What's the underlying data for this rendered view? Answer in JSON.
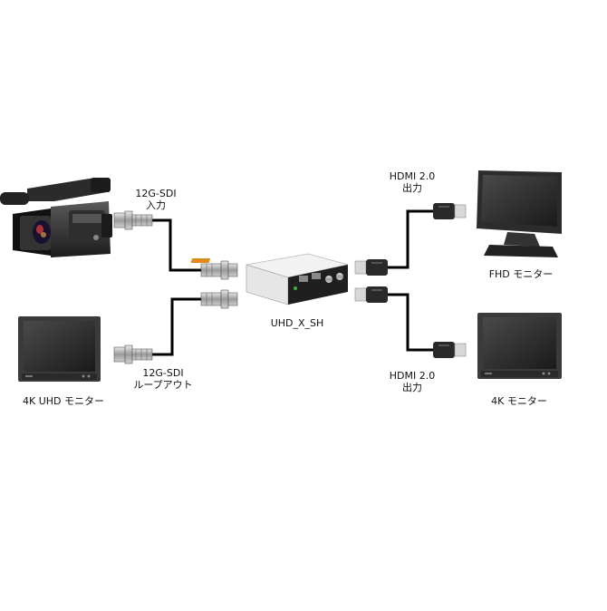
{
  "labels": {
    "sdi_in_line1": "12G-SDI",
    "sdi_in_line2": "入力",
    "sdi_loop_line1": "12G-SDI",
    "sdi_loop_line2": "ループアウト",
    "hdmi_top_line1": "HDMI 2.0",
    "hdmi_top_line2": "出力",
    "hdmi_bottom_line1": "HDMI 2.0",
    "hdmi_bottom_line2": "出力",
    "device_name": "UHD_X_SH",
    "fhd_monitor": "FHD モニター",
    "uhd_monitor": "4K UHD モニター",
    "k4_monitor": "4K モニター"
  },
  "icons": {
    "camera": "camcorder-icon",
    "converter": "converter-box-icon",
    "fhd": "monitor-icon",
    "uhd": "monitor-icon",
    "k4": "monitor-icon"
  }
}
